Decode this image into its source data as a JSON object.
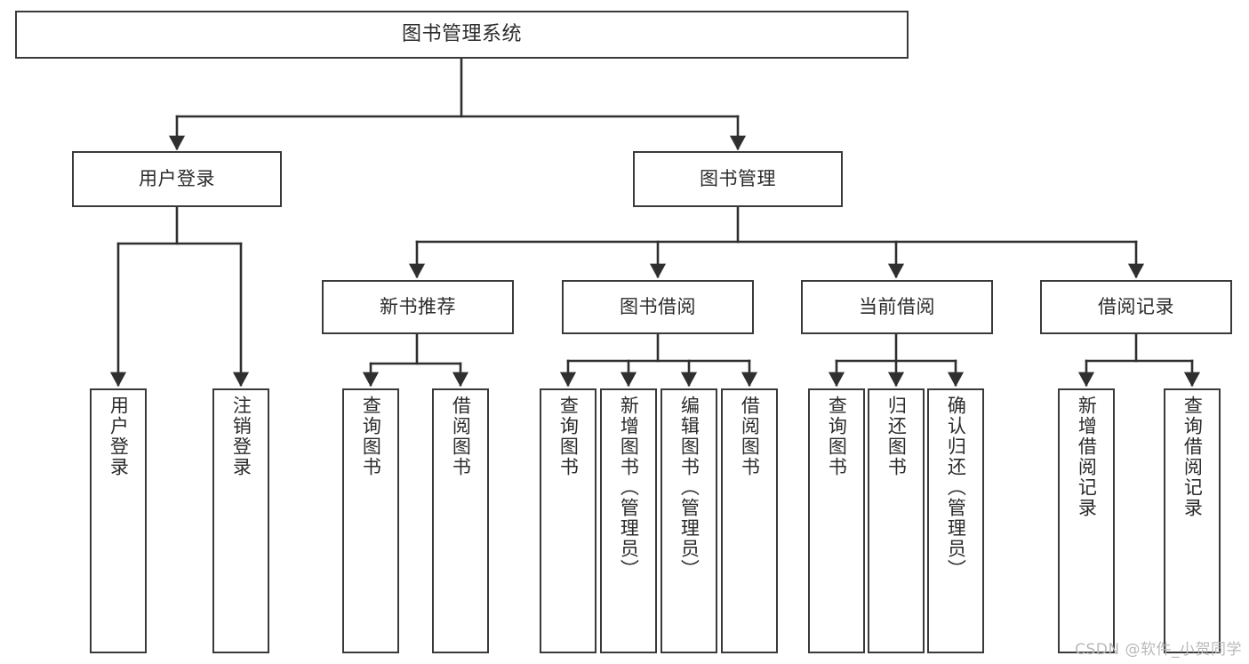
{
  "diagram": {
    "title": "图书管理系统",
    "watermark": "CSDN @软件_小贺同学",
    "colors": {
      "box_border": "#3a3a3a",
      "box_fill": "#ffffff",
      "text": "#2b2b2b",
      "edge": "#2f2f2f",
      "watermark": "#b9b9b9",
      "background": "#ffffff"
    },
    "nodes": {
      "root": {
        "label": "图书管理系统"
      },
      "level2": [
        {
          "id": "user-login",
          "label": "用户登录"
        },
        {
          "id": "book-manage",
          "label": "图书管理"
        }
      ],
      "level3": [
        {
          "id": "new-book-recommend",
          "label": "新书推荐"
        },
        {
          "id": "book-borrow",
          "label": "图书借阅"
        },
        {
          "id": "current-borrow",
          "label": "当前借阅"
        },
        {
          "id": "borrow-record",
          "label": "借阅记录"
        }
      ],
      "leaves": [
        {
          "id": "leaf-user-login",
          "label": "用户登录",
          "parent": "user-login"
        },
        {
          "id": "leaf-logout-login",
          "label": "注销登录",
          "parent": "user-login"
        },
        {
          "id": "leaf-query-book-1",
          "label": "查询图书",
          "parent": "new-book-recommend"
        },
        {
          "id": "leaf-borrow-book-1",
          "label": "借阅图书",
          "parent": "new-book-recommend"
        },
        {
          "id": "leaf-query-book-2",
          "label": "查询图书",
          "parent": "book-borrow"
        },
        {
          "id": "leaf-add-book",
          "label": "新增图书（管理员）",
          "parent": "book-borrow"
        },
        {
          "id": "leaf-edit-book",
          "label": "编辑图书（管理员）",
          "parent": "book-borrow"
        },
        {
          "id": "leaf-borrow-book-2",
          "label": "借阅图书",
          "parent": "book-borrow"
        },
        {
          "id": "leaf-query-book-3",
          "label": "查询图书",
          "parent": "current-borrow"
        },
        {
          "id": "leaf-return-book",
          "label": "归还图书",
          "parent": "current-borrow"
        },
        {
          "id": "leaf-confirm-return",
          "label": "确认归还（管理员）",
          "parent": "current-borrow"
        },
        {
          "id": "leaf-add-borrow-record",
          "label": "新增借阅记录",
          "parent": "borrow-record"
        },
        {
          "id": "leaf-query-borrow-record",
          "label": "查询借阅记录",
          "parent": "borrow-record"
        }
      ]
    }
  }
}
